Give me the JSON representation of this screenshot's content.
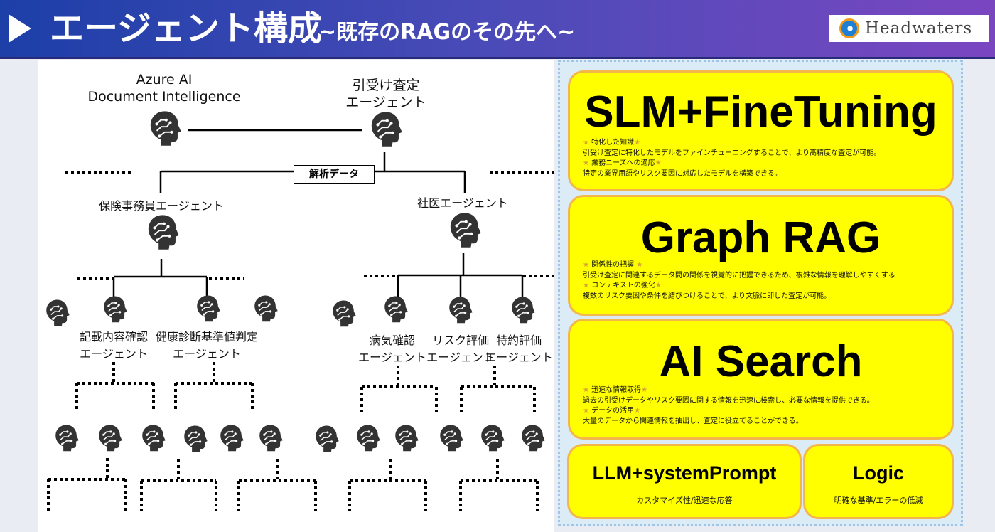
{
  "header": {
    "title": "エージェント構成",
    "subtitle": "~既存のRAGのその先へ~",
    "logo_text": "Headwaters"
  },
  "diagram": {
    "top_left_label": "Azure AI\nDocument Intelligence",
    "data_box_label": "解析データ",
    "top_right_label": "引受け査定\nエージェント",
    "insurance_agent": "保険事務員エージェント",
    "doctor_agent": "社医エージェント",
    "entry_check_agent": "記載内容確認\nエージェント",
    "health_check_agent": "健康診断基準値判定\nエージェント",
    "disease_check_agent": "病気確認\nエージェント",
    "risk_agent": "リスク評価\nエージェント",
    "special_agent": "特約評価\nエージェント",
    "icon": "head-with-circuit-icon"
  },
  "cards": {
    "slm": {
      "title": "SLM+FineTuning",
      "lines": [
        "特化した知識",
        "引受け査定に特化したモデルをファインチューニングすることで、より高精度な査定が可能。",
        "業務ニーズへの適応",
        "特定の業界用語やリスク要因に対応したモデルを構築できる。"
      ]
    },
    "graph": {
      "title": "Graph RAG",
      "lines": [
        "関係性の把握",
        "引受け査定に関連するデータ間の関係を視覚的に把握できるため、複雑な情報を理解しやすくする",
        "コンテキストの強化",
        "複数のリスク要因や条件を結びつけることで、より文脈に即した査定が可能。"
      ]
    },
    "search": {
      "title": "AI Search",
      "lines": [
        "迅速な情報取得",
        "過去の引受けデータやリスク要因に関する情報を迅速に検索し、必要な情報を提供できる。",
        "データの活用",
        "大量のデータから関連情報を抽出し、査定に役立てることができる。"
      ]
    },
    "llm": {
      "title": "LLM+systemPrompt",
      "text": "カスタマイズ性/迅速な応答"
    },
    "logic": {
      "title": "Logic",
      "text": "明確な基準/エラーの低減"
    }
  },
  "colors": {
    "card_fill": "#ffff00",
    "card_border": "#f3b64a",
    "panel_bg": "#dcecf7",
    "header_start": "#1d3fa8",
    "header_end": "#7a46c0",
    "icon": "#333333"
  }
}
